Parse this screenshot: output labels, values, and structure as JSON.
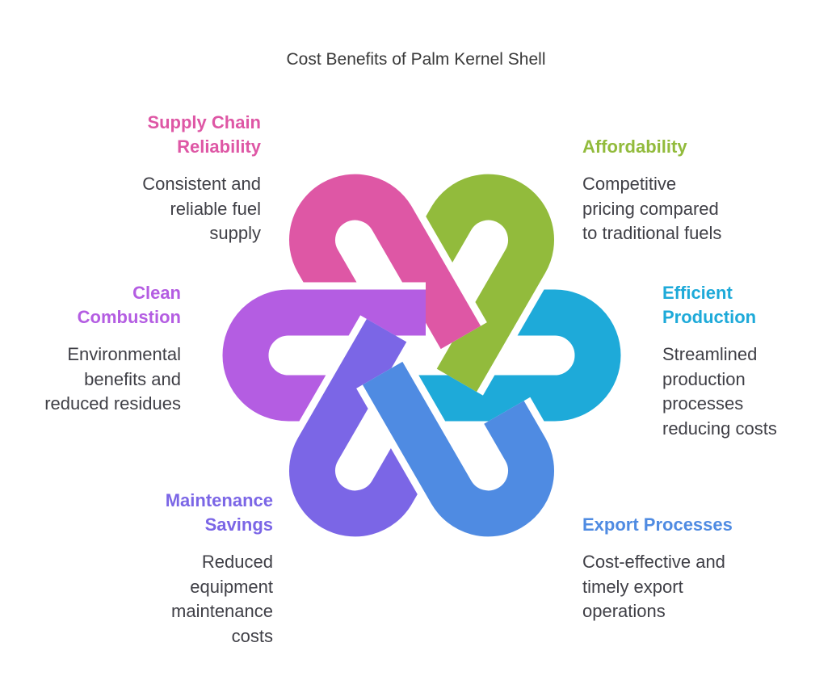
{
  "title": "Cost Benefits of Palm Kernel Shell",
  "items": [
    {
      "name": "Supply Chain Reliability",
      "head1": "Supply Chain",
      "head2": "Reliability",
      "desc": [
        "Consistent and",
        "reliable fuel",
        "supply"
      ],
      "color": "#de57a5"
    },
    {
      "name": "Affordability",
      "head1": "Affordability",
      "head2": "",
      "desc": [
        "Competitive",
        "pricing compared",
        "to traditional fuels"
      ],
      "color": "#92bb3c"
    },
    {
      "name": "Efficient Production",
      "head1": "Efficient",
      "head2": "Production",
      "desc": [
        "Streamlined",
        "production",
        "processes",
        "reducing costs"
      ],
      "color": "#1eaad9"
    },
    {
      "name": "Export Processes",
      "head1": "Export Processes",
      "head2": "",
      "desc": [
        "Cost-effective and",
        "timely export",
        "operations"
      ],
      "color": "#4f8be2"
    },
    {
      "name": "Maintenance Savings",
      "head1": "Maintenance",
      "head2": "Savings",
      "desc": [
        "Reduced",
        "equipment",
        "maintenance",
        "costs"
      ],
      "color": "#7b66e6"
    },
    {
      "name": "Clean Combustion",
      "head1": "Clean",
      "head2": "Combustion",
      "desc": [
        "Environmental",
        "benefits and",
        "reduced residues"
      ],
      "color": "#b45de2"
    }
  ]
}
